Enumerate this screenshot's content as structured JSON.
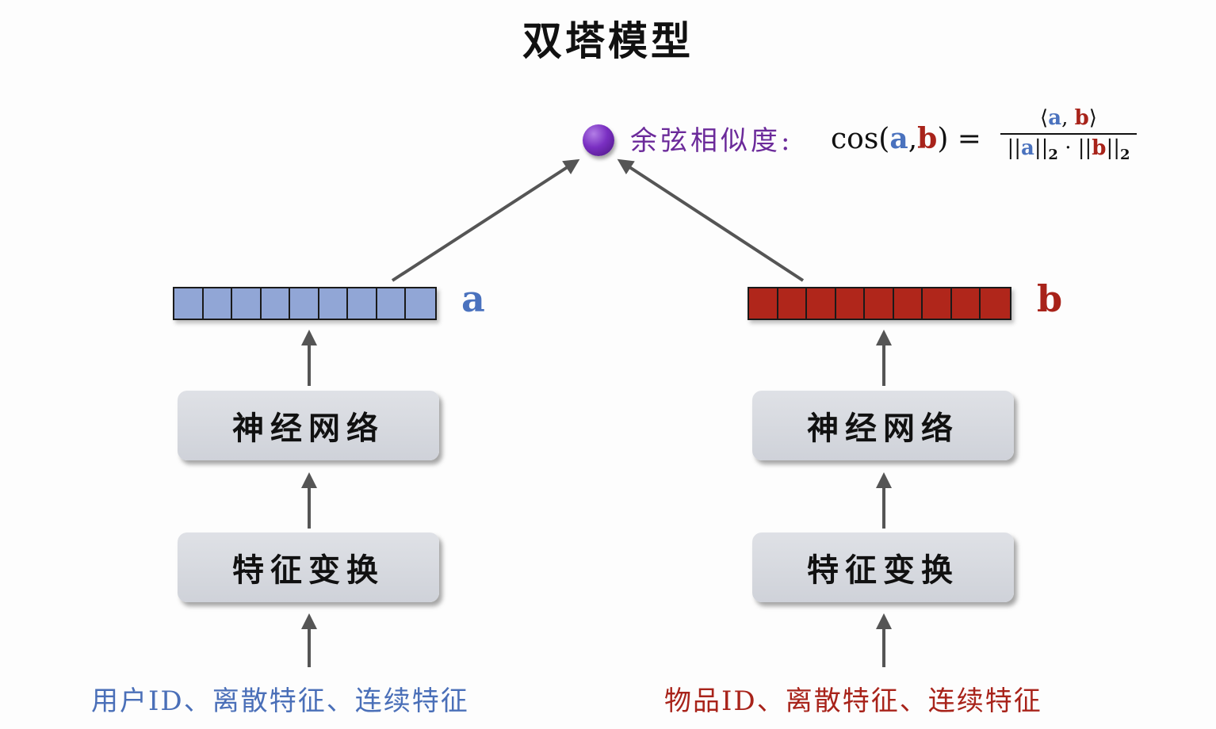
{
  "title": "双塔模型",
  "colors": {
    "user_vector": "#91a6d6",
    "item_vector": "#b0261b",
    "user_text": "#4a6fb8",
    "item_text": "#a8231a",
    "similarity_text": "#6b2a9a",
    "dot": "#7a2fc2"
  },
  "similarity": {
    "label": "余弦相似度:",
    "lhs_prefix": "cos(",
    "var_a": "a",
    "comma": ",",
    "var_b": "b",
    "lhs_suffix": ") =",
    "numerator_open": "⟨",
    "numerator_close": "⟩",
    "norm_bars": "||",
    "norm_sub": "2",
    "dot_op": "·"
  },
  "towers": {
    "user": {
      "vector_label": "a",
      "vector_cells": 9,
      "network_label": "神经网络",
      "transform_label": "特征变换",
      "input_label": "用户ID、离散特征、连续特征"
    },
    "item": {
      "vector_label": "b",
      "vector_cells": 9,
      "network_label": "神经网络",
      "transform_label": "特征变换",
      "input_label": "物品ID、离散特征、连续特征"
    }
  }
}
